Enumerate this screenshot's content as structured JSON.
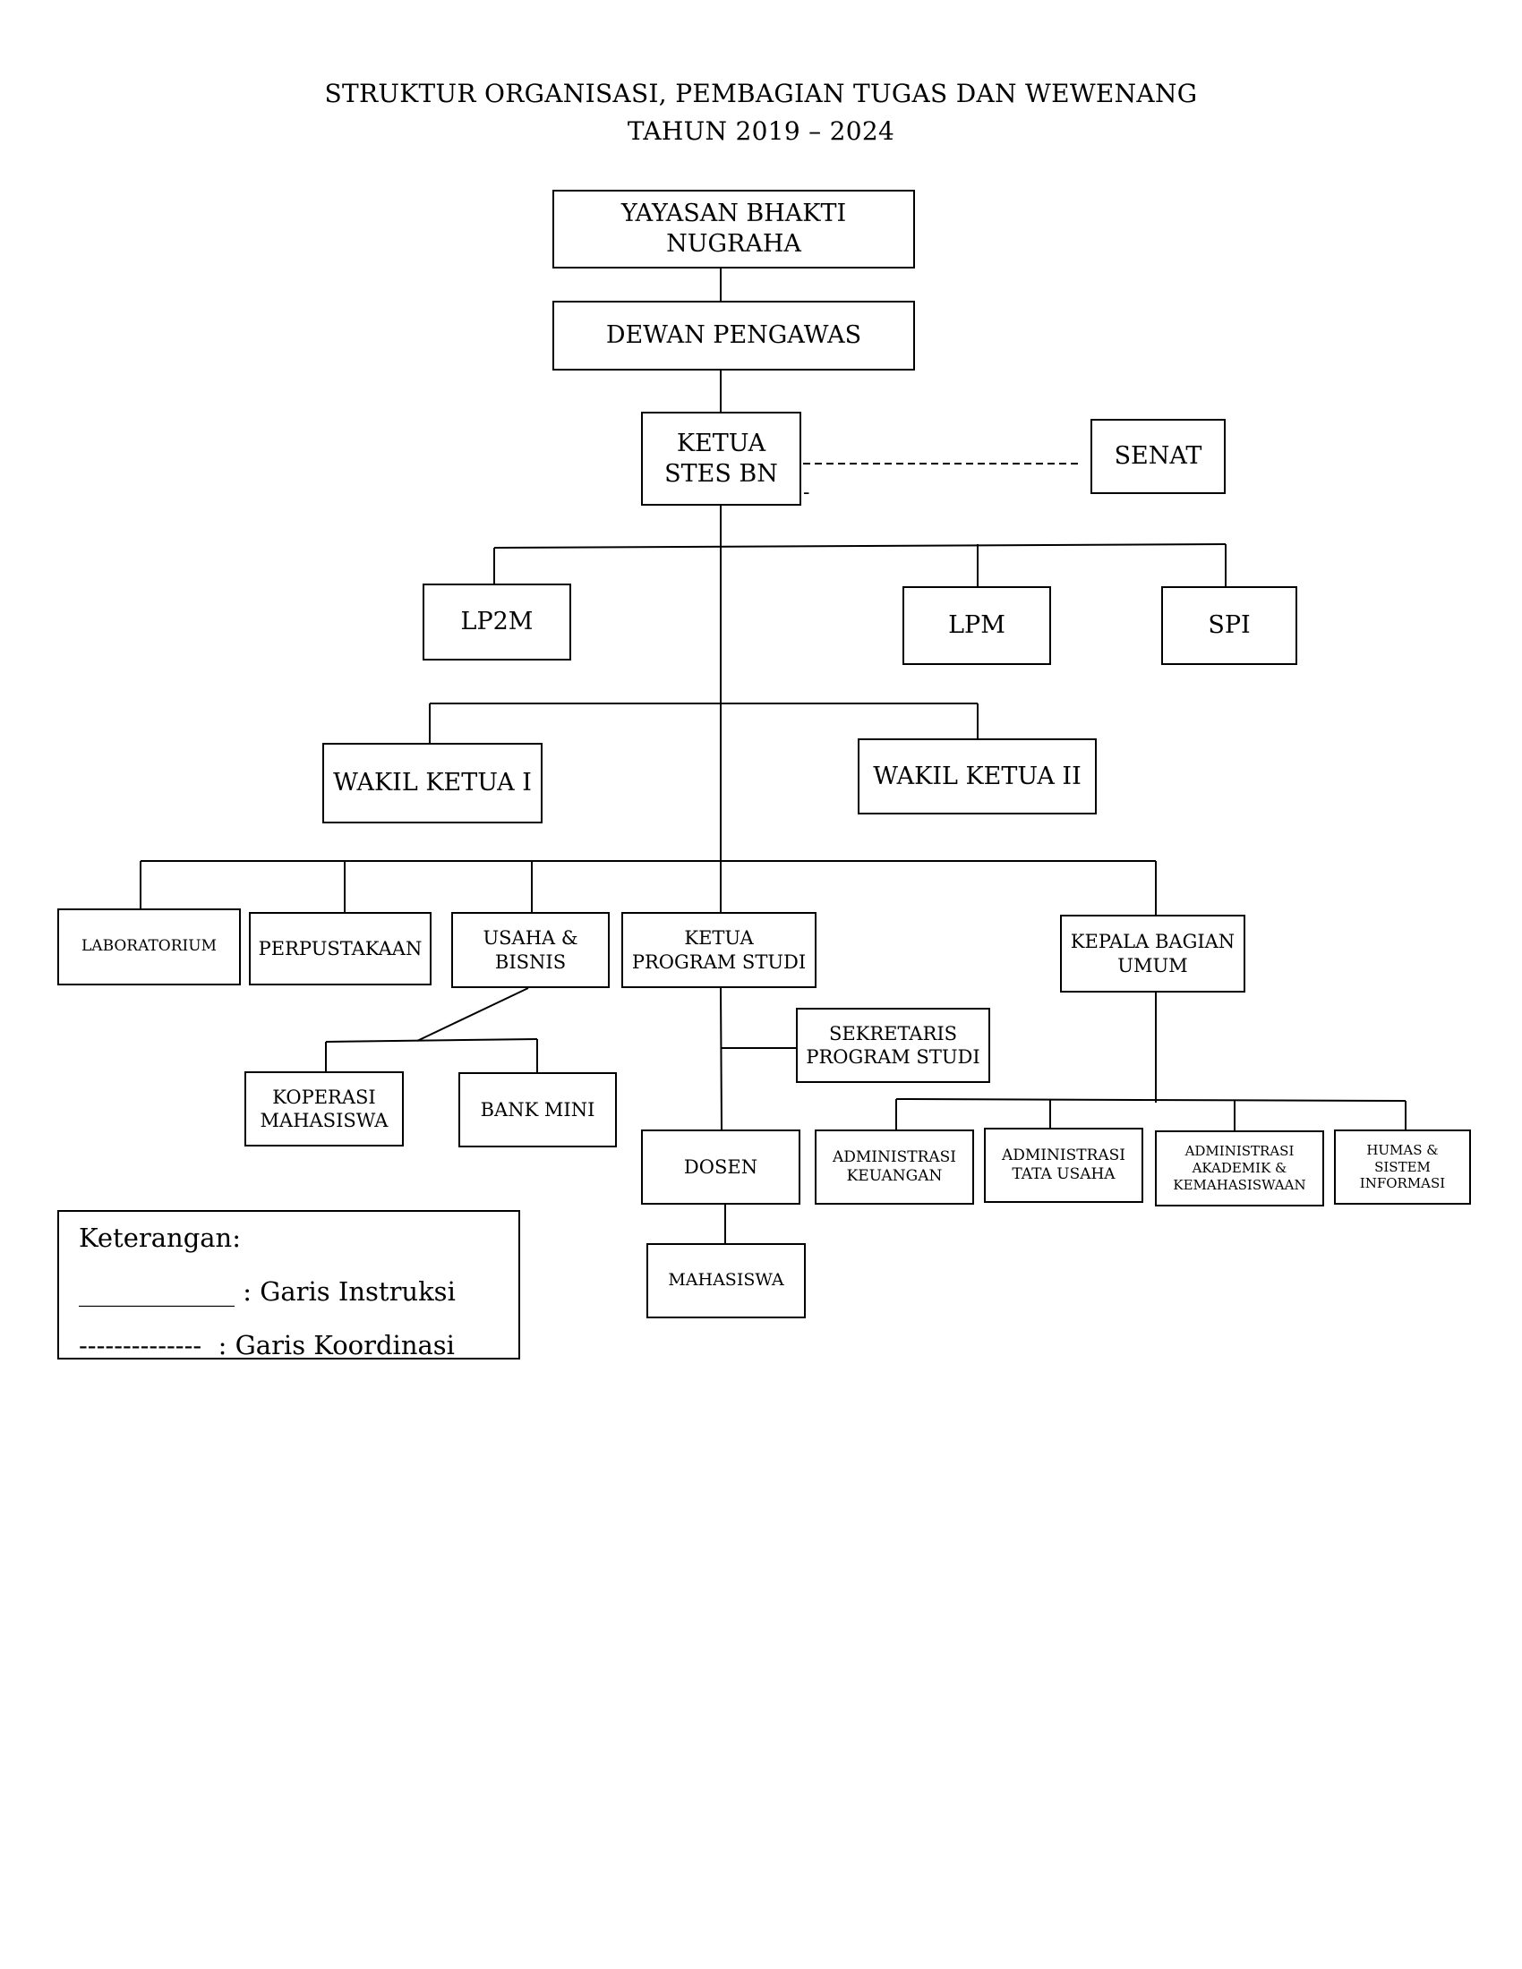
{
  "title": {
    "line1": "STRUKTUR ORGANISASI, PEMBAGIAN TUGAS DAN WEWENANG",
    "line2": "TAHUN 2019 – 2024"
  },
  "nodes": {
    "yayasan": "YAYASAN BHAKTI NUGRAHA",
    "dewan_pengawas": "DEWAN PENGAWAS",
    "ketua": "KETUA\nSTES BN",
    "senat": "SENAT",
    "lp2m": "LP2M",
    "lpm": "LPM",
    "spi": "SPI",
    "wakil_ketua_1": "WAKIL KETUA I",
    "wakil_ketua_2": "WAKIL KETUA II",
    "laboratorium": "LABORATORIUM",
    "perpustakaan": "PERPUSTAKAAN",
    "usaha_bisnis": "USAHA &\nBISNIS",
    "ketua_prodi": "KETUA\nPROGRAM STUDI",
    "kepala_bagian_umum": "KEPALA BAGIAN\nUMUM",
    "koperasi": "KOPERASI\nMAHASISWA",
    "bank_mini": "BANK MINI",
    "sekretaris_prodi": "SEKRETARIS\nPROGRAM STUDI",
    "dosen": "DOSEN",
    "mahasiswa": "MAHASISWA",
    "adm_keuangan": "ADMINISTRASI\nKEUANGAN",
    "adm_tata_usaha": "ADMINISTRASI\nTATA USAHA",
    "adm_akademik": "ADMINISTRASI\nAKADEMIK &\nKEMAHASISWAAN",
    "humas": "HUMAS &\nSISTEM\nINFORMASI"
  },
  "coordination_dash_fragment": "-",
  "legend": {
    "title": "Keterangan:",
    "instruction_symbol": "____________",
    "instruction_label": " : Garis Instruksi",
    "coordination_symbol": "--------------",
    "coordination_label": "  : Garis Koordinasi"
  }
}
